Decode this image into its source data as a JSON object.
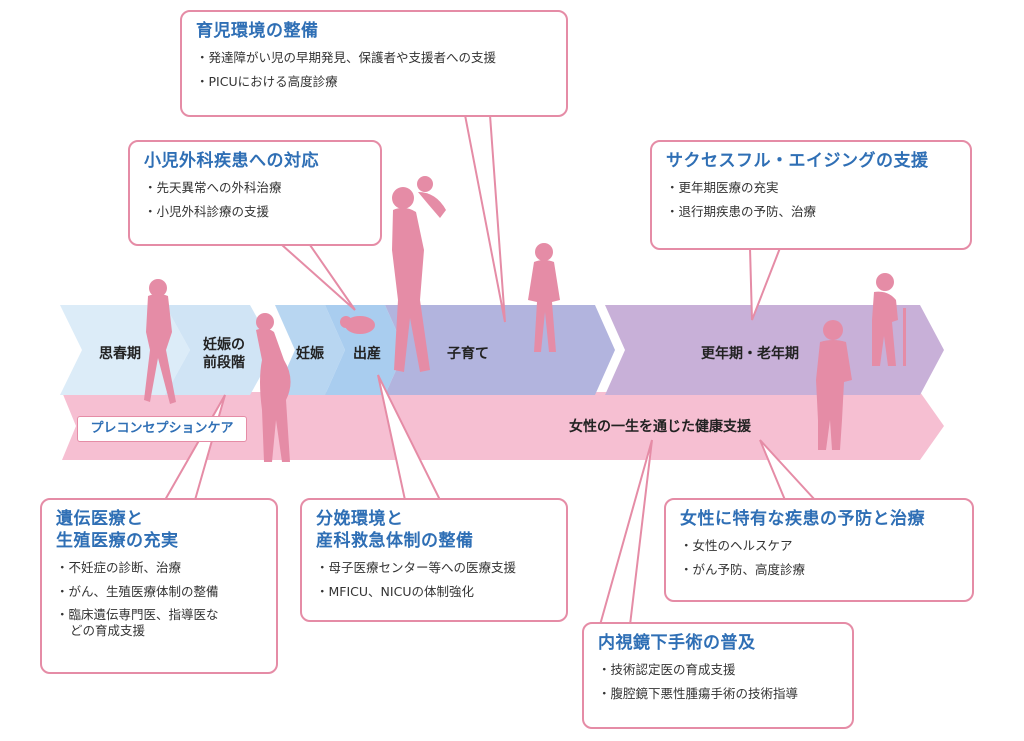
{
  "stages": {
    "puberty": "思春期",
    "pre_pregnancy_1": "妊娠の",
    "pre_pregnancy_2": "前段階",
    "pregnancy": "妊娠",
    "birth": "出産",
    "child_rearing": "子育て",
    "menopause": "更年期・老年期"
  },
  "preconception": "プレコンセプションケア",
  "lifelong": "女性の一生を通じた健康支援",
  "callouts": {
    "childcare": {
      "title": "育児環境の整備",
      "items": [
        "発達障がい児の早期発見、保護者や支援者への支援",
        "PICUにおける高度診療"
      ]
    },
    "pediatric_surgery": {
      "title": "小児外科疾患への対応",
      "items": [
        "先天異常への外科治療",
        "小児外科診療の支援"
      ]
    },
    "aging": {
      "title": "サクセスフル・エイジングの支援",
      "items": [
        "更年期医療の充実",
        "退行期疾患の予防、治療"
      ]
    },
    "genetics": {
      "title_1": "遺伝医療と",
      "title_2": "生殖医療の充実",
      "items": [
        "不妊症の診断、治療",
        "がん、生殖医療体制の整備",
        "臨床遺伝専門医、指導医などの育成支援"
      ]
    },
    "delivery": {
      "title_1": "分娩環境と",
      "title_2": "産科救急体制の整備",
      "items": [
        "母子医療センター等への医療支援",
        "MFICU、NICUの体制強化"
      ]
    },
    "women_disease": {
      "title": "女性に特有な疾患の予防と治療",
      "items": [
        "女性のヘルスケア",
        "がん予防、高度診療"
      ]
    },
    "endoscopic": {
      "title": "内視鏡下手術の普及",
      "items": [
        "技術認定医の育成支援",
        "腹腔鏡下悪性腫瘍手術の技術指導"
      ]
    }
  },
  "colors": {
    "callout_border": "#e58ca6",
    "title_blue": "#2f6fb5",
    "silhouette": "#e58ca6",
    "band_pink": "#f6bfd2",
    "arrow_blue_light": "#d5e8f6",
    "arrow_blue": "#a9cdef",
    "arrow_lavender": "#b2b4de",
    "arrow_purple": "#c8b0d8"
  }
}
